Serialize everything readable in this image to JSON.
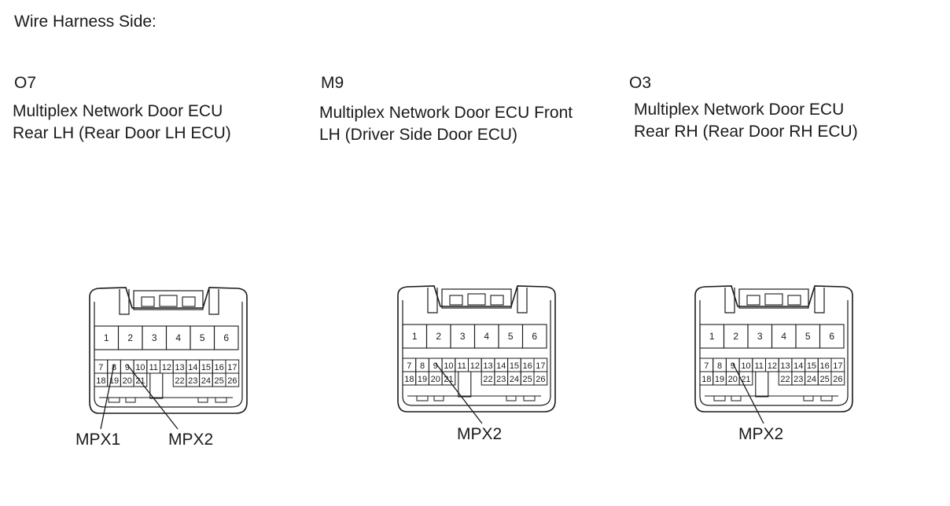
{
  "page_title": "Wire Harness Side:",
  "connectors": [
    {
      "code": "O7",
      "description": "Multiplex Network Door ECU\nRear LH (Rear Door LH ECU)",
      "top_pins": [
        "1",
        "2",
        "3",
        "4",
        "5",
        "6"
      ],
      "mid_pins": [
        "7",
        "8",
        "9",
        "10",
        "11",
        "12",
        "13",
        "14",
        "15",
        "16",
        "17"
      ],
      "bottom_left_pins": [
        "18",
        "19",
        "20",
        "21"
      ],
      "bottom_right_pins": [
        "22",
        "23",
        "24",
        "25",
        "26"
      ],
      "callouts": [
        {
          "label": "MPX1",
          "pin": "8"
        },
        {
          "label": "MPX2",
          "pin": "9"
        }
      ]
    },
    {
      "code": "M9",
      "description": "Multiplex Network Door ECU Front\nLH (Driver Side Door ECU)",
      "top_pins": [
        "1",
        "2",
        "3",
        "4",
        "5",
        "6"
      ],
      "mid_pins": [
        "7",
        "8",
        "9",
        "10",
        "11",
        "12",
        "13",
        "14",
        "15",
        "16",
        "17"
      ],
      "bottom_left_pins": [
        "18",
        "19",
        "20",
        "21"
      ],
      "bottom_right_pins": [
        "22",
        "23",
        "24",
        "25",
        "26"
      ],
      "callouts": [
        {
          "label": "MPX2",
          "pin": "9"
        }
      ]
    },
    {
      "code": "O3",
      "description": "Multiplex Network Door ECU\nRear RH (Rear Door RH ECU)",
      "top_pins": [
        "1",
        "2",
        "3",
        "4",
        "5",
        "6"
      ],
      "mid_pins": [
        "7",
        "8",
        "9",
        "10",
        "11",
        "12",
        "13",
        "14",
        "15",
        "16",
        "17"
      ],
      "bottom_left_pins": [
        "18",
        "19",
        "20",
        "21"
      ],
      "bottom_right_pins": [
        "22",
        "23",
        "24",
        "25",
        "26"
      ],
      "callouts": [
        {
          "label": "MPX2",
          "pin": "9"
        }
      ]
    }
  ]
}
